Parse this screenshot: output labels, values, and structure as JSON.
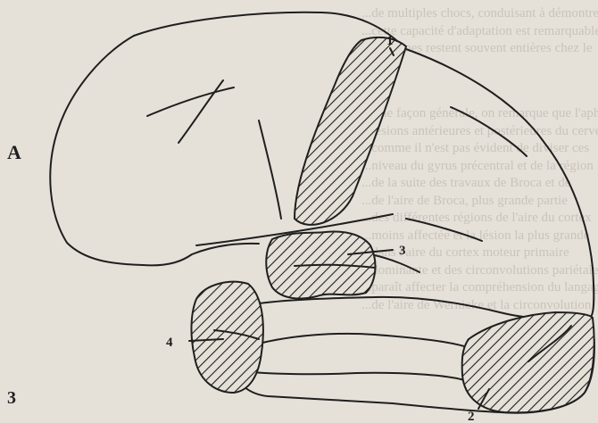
{
  "panel_letter": "A",
  "figure_number": "3",
  "labels": {
    "area_1": "1",
    "area_2": "2",
    "area_3": "3",
    "area_4": "4"
  },
  "background_text_top": [
    "...de multiples chocs, conduisant à démontrer",
    "...cette capacité d'adaptation est remarquable",
    "...ces zones restent souvent entières chez le"
  ],
  "background_text_mid": [
    "D'une façon générale, on remarque que l'aphasie",
    "...lésions antérieures et postérieures du cerveau",
    "...comme il n'est pas évident de diviser ces",
    "...niveau du gyrus précentral et de la région",
    "...de la suite des travaux de Broca et de",
    "...de l'aire de Broca, plus grande partie",
    "...des différentes régions de l'aire du cortex",
    "...moins affectée et la lésion la plus grande",
    "...dans l'aire du cortex moteur primaire",
    "...dominante et des circonvolutions pariétales",
    "...paraît affecter la compréhension du langage",
    "...de l'aire de Wernicke et la circonvolution"
  ],
  "colors": {
    "ink": "#1f1f1f",
    "paper": "#e6e1d8",
    "bleed": "#c9c4bb"
  }
}
